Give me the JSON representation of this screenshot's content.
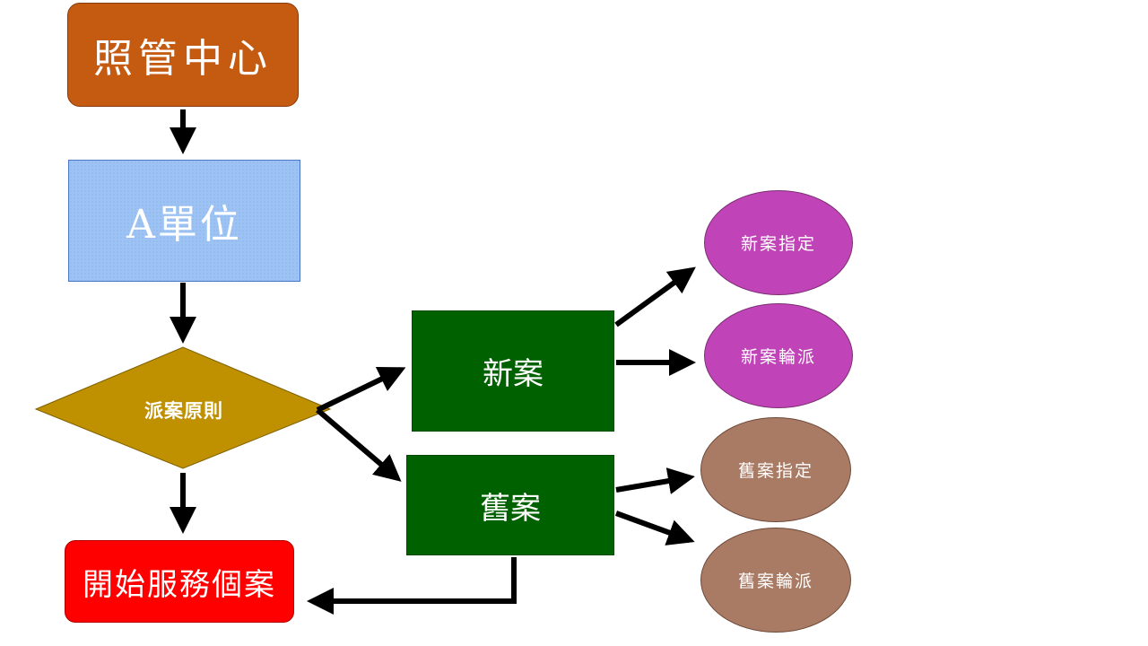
{
  "nodes": {
    "care_center": "照管中心",
    "unit_a": "A單位",
    "dispatch_rule": "派案原則",
    "new_case": "新案",
    "old_case": "舊案",
    "start_service": "開始服務個案",
    "new_assigned": "新案指定",
    "new_rotation": "新案輪派",
    "old_assigned": "舊案指定",
    "old_rotation": "舊案輪派"
  },
  "colors": {
    "care_center": "#c55a11",
    "unit_a": "#9dc3f5",
    "dispatch_rule": "#bf9000",
    "case_box": "#006100",
    "start_service": "#ff0000",
    "new_ellipse": "#c044b8",
    "old_ellipse": "#a97a64",
    "arrow": "#000000"
  },
  "edges": [
    [
      "care_center",
      "unit_a"
    ],
    [
      "unit_a",
      "dispatch_rule"
    ],
    [
      "dispatch_rule",
      "new_case"
    ],
    [
      "dispatch_rule",
      "old_case"
    ],
    [
      "dispatch_rule",
      "start_service"
    ],
    [
      "new_case",
      "new_assigned"
    ],
    [
      "new_case",
      "new_rotation"
    ],
    [
      "old_case",
      "old_assigned"
    ],
    [
      "old_case",
      "old_rotation"
    ],
    [
      "old_case",
      "start_service"
    ]
  ]
}
